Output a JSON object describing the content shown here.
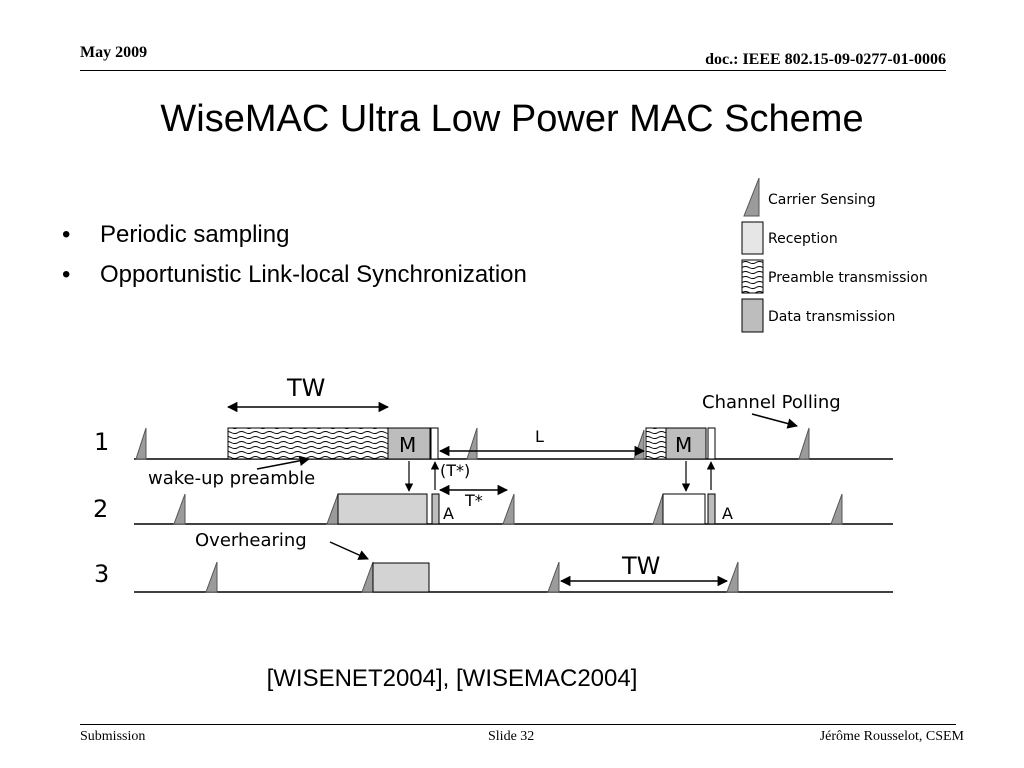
{
  "header": {
    "date": "May 2009",
    "doc_id": "doc.: IEEE 802.15-09-0277-01-0006"
  },
  "title": "WiseMAC Ultra Low Power MAC Scheme",
  "bullets": [
    {
      "marker": "•",
      "text": "Periodic sampling"
    },
    {
      "marker": "•",
      "text": "Opportunistic Link-local Synchronization"
    }
  ],
  "legend": {
    "carrier_sensing": "Carrier Sensing",
    "reception": "Reception",
    "preamble": "Preamble transmission",
    "data": "Data transmission"
  },
  "diagram": {
    "node_labels": [
      "1",
      "2",
      "3"
    ],
    "tw_top": "TW",
    "tw_bottom": "TW",
    "channel_polling": "Channel Polling",
    "wakeup_preamble": "wake-up preamble",
    "overhearing": "Overhearing",
    "l_label": "L",
    "m_label_1": "M",
    "m_label_2": "M",
    "t_paren": "(T*)",
    "t_star": "T*",
    "ack_1": "A",
    "ack_2": "A"
  },
  "citation": "[WISENET2004], [WISEMAC2004]",
  "footer": {
    "left": "Submission",
    "center": "Slide 32",
    "right": "Jérôme Rousselot, CSEM"
  },
  "colors": {
    "fill_gray": "#d3d3d3",
    "sense_gray": "#9b9b9b",
    "line": "#000000"
  }
}
